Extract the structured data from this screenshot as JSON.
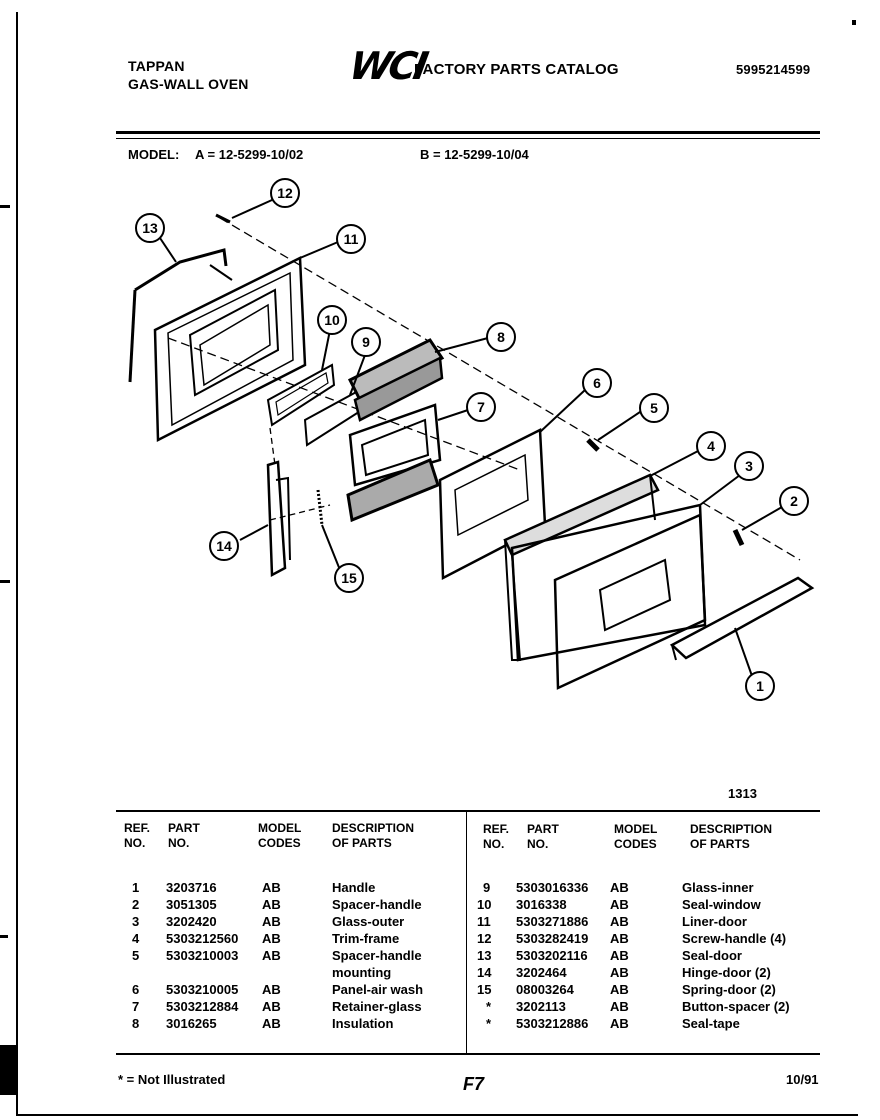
{
  "header": {
    "brand": "TAPPAN",
    "product": "GAS-WALL OVEN",
    "logo": "WCI",
    "catalog_title": "FACTORY PARTS CATALOG",
    "catalog_number": "5995214599"
  },
  "models": {
    "label": "MODEL:",
    "a": "A = 12-5299-10/02",
    "b": "B = 12-5299-10/04"
  },
  "diagram": {
    "callouts": [
      "1",
      "2",
      "3",
      "4",
      "5",
      "6",
      "7",
      "8",
      "9",
      "10",
      "11",
      "12",
      "13",
      "14",
      "15"
    ],
    "figure_number": "1313"
  },
  "table": {
    "headers": {
      "ref_1": "REF.",
      "ref_2": "NO.",
      "part_1": "PART",
      "part_2": "NO.",
      "model_1": "MODEL",
      "model_2": "CODES",
      "desc_1": "DESCRIPTION",
      "desc_2": "OF PARTS"
    },
    "left_rows": [
      {
        "ref": "1",
        "part": "3203716",
        "code": "AB",
        "desc": "Handle"
      },
      {
        "ref": "2",
        "part": "3051305",
        "code": "AB",
        "desc": "Spacer-handle"
      },
      {
        "ref": "3",
        "part": "3202420",
        "code": "AB",
        "desc": "Glass-outer"
      },
      {
        "ref": "4",
        "part": "5303212560",
        "code": "AB",
        "desc": "Trim-frame"
      },
      {
        "ref": "5",
        "part": "5303210003",
        "code": "AB",
        "desc": "Spacer-handle"
      },
      {
        "ref": "",
        "part": "",
        "code": "",
        "desc": "mounting"
      },
      {
        "ref": "6",
        "part": "5303210005",
        "code": "AB",
        "desc": "Panel-air wash"
      },
      {
        "ref": "7",
        "part": "5303212884",
        "code": "AB",
        "desc": "Retainer-glass"
      },
      {
        "ref": "8",
        "part": "3016265",
        "code": "AB",
        "desc": "Insulation"
      }
    ],
    "right_rows": [
      {
        "ref": "9",
        "part": "5303016336",
        "code": "AB",
        "desc": "Glass-inner"
      },
      {
        "ref": "10",
        "part": "3016338",
        "code": "AB",
        "desc": "Seal-window"
      },
      {
        "ref": "11",
        "part": "5303271886",
        "code": "AB",
        "desc": "Liner-door"
      },
      {
        "ref": "12",
        "part": "5303282419",
        "code": "AB",
        "desc": "Screw-handle (4)"
      },
      {
        "ref": "13",
        "part": "5303202116",
        "code": "AB",
        "desc": "Seal-door"
      },
      {
        "ref": "14",
        "part": "3202464",
        "code": "AB",
        "desc": "Hinge-door (2)"
      },
      {
        "ref": "15",
        "part": "08003264",
        "code": "AB",
        "desc": "Spring-door (2)"
      },
      {
        "ref": "*",
        "part": "3202113",
        "code": "AB",
        "desc": "Button-spacer (2)"
      },
      {
        "ref": "*",
        "part": "5303212886",
        "code": "AB",
        "desc": "Seal-tape"
      }
    ]
  },
  "footer": {
    "note": "* = Not Illustrated",
    "page": "F7",
    "date": "10/91"
  }
}
